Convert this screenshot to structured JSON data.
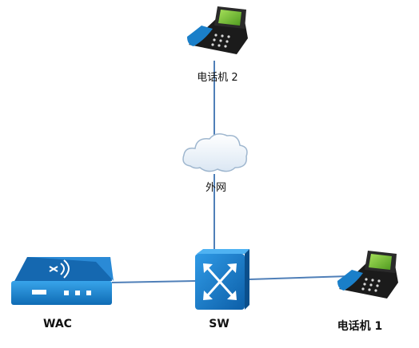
{
  "diagram": {
    "nodes": {
      "phone2": {
        "label": "电话机 2",
        "icon": "desk-phone-icon"
      },
      "cloud": {
        "label": "外网",
        "icon": "cloud-icon"
      },
      "wac": {
        "label": "WAC",
        "icon": "wireless-controller-icon"
      },
      "sw": {
        "label": "SW",
        "icon": "switch-icon"
      },
      "phone1": {
        "label": "电话机 1",
        "icon": "desk-phone-icon"
      }
    },
    "links": [
      {
        "from": "phone2",
        "to": "cloud"
      },
      {
        "from": "cloud",
        "to": "sw"
      },
      {
        "from": "wac",
        "to": "sw"
      },
      {
        "from": "sw",
        "to": "phone1"
      }
    ],
    "colors": {
      "link": "#4f7fb8",
      "device_blue": "#1a7fc9",
      "device_dark": "#222222",
      "screen_green": "#7cc43a"
    }
  }
}
